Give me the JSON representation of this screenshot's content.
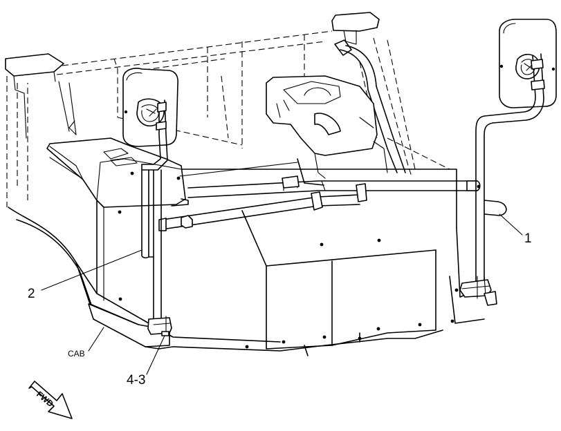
{
  "callouts": {
    "c1": "1",
    "c2": "2",
    "c43": "4-3",
    "cab": "CAB",
    "fwd": "FWD"
  }
}
